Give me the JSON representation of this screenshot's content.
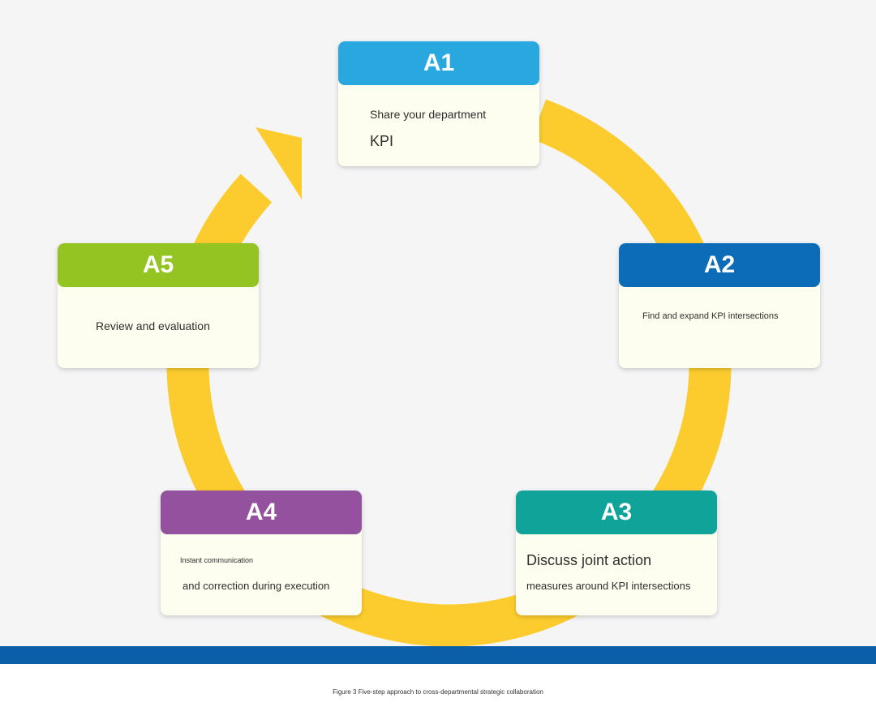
{
  "steps": [
    {
      "label": "A1",
      "color": "#29a8e0",
      "lines": [
        "Share your department",
        "KPI"
      ]
    },
    {
      "label": "A2",
      "color": "#0d6cb8",
      "lines": [
        "Find and expand KPI intersections"
      ]
    },
    {
      "label": "A3",
      "color": "#0fa39a",
      "lines": [
        "Discuss joint action",
        "measures around KPI intersections"
      ]
    },
    {
      "label": "A4",
      "color": "#93519e",
      "lines": [
        "Instant communication",
        "and correction during execution"
      ]
    },
    {
      "label": "A5",
      "color": "#93c421",
      "lines": [
        "Review and evaluation"
      ]
    }
  ],
  "cycle_color": "#fccc2e",
  "band_color": "#0b5ea8",
  "caption": "Figure 3 Five-step approach to cross-departmental strategic collaboration"
}
